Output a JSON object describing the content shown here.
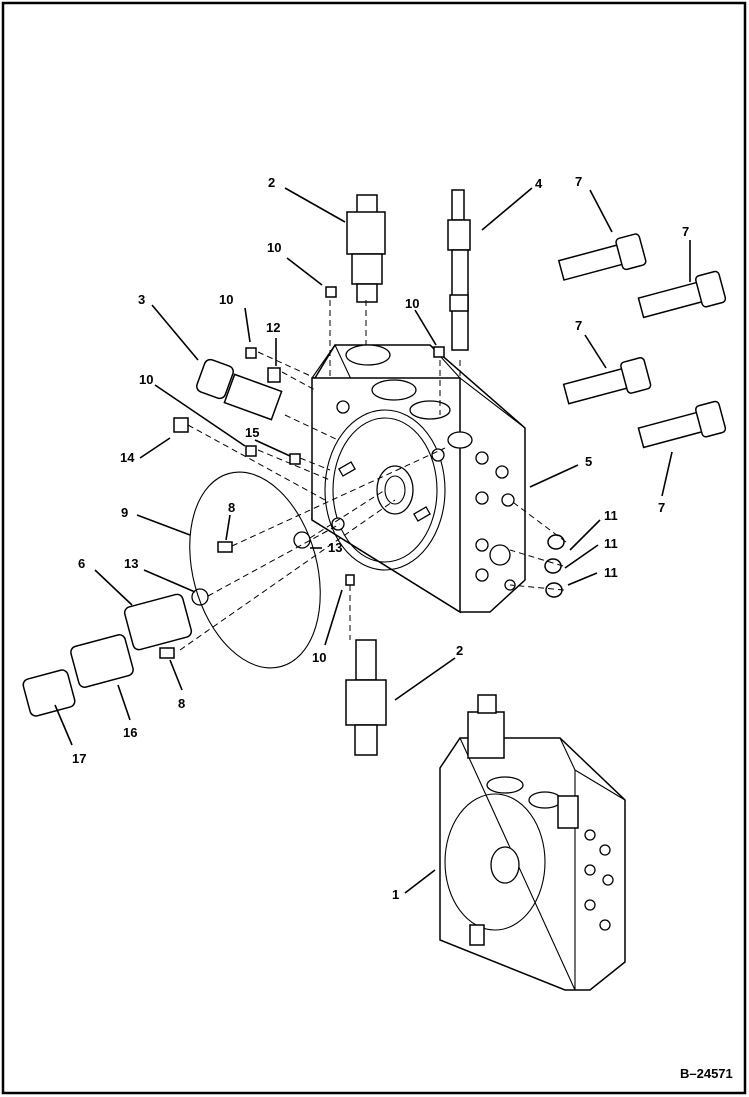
{
  "drawing_number": "B–24571",
  "callouts": [
    "2",
    "4",
    "7",
    "7",
    "10",
    "10",
    "3",
    "10",
    "12",
    "10",
    "7",
    "14",
    "15",
    "5",
    "9",
    "8",
    "13",
    "6",
    "13",
    "11",
    "11",
    "11",
    "10",
    "2",
    "8",
    "16",
    "17",
    "7",
    "1"
  ]
}
